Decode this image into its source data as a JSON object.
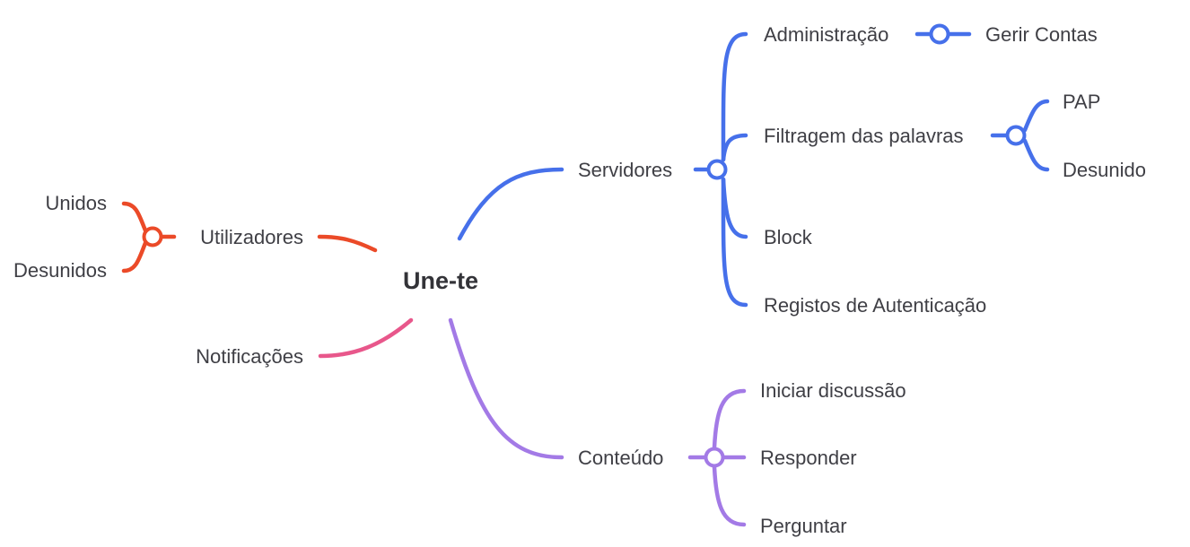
{
  "root": {
    "label": "Une-te"
  },
  "colors": {
    "utilizadores": "#eb4a28",
    "notificacoes": "#e8578b",
    "servidores": "#4670ea",
    "conteudo": "#a37ae6",
    "text": "#3f3f45"
  },
  "branches": {
    "utilizadores": {
      "label": "Utilizadores",
      "children": [
        "Unidos",
        "Desunidos"
      ]
    },
    "notificacoes": {
      "label": "Notificações"
    },
    "servidores": {
      "label": "Servidores",
      "children": [
        {
          "label": "Administração",
          "children": [
            "Gerir Contas"
          ]
        },
        {
          "label": "Filtragem das palavras",
          "children": [
            "PAP",
            "Desunido"
          ]
        },
        {
          "label": "Block"
        },
        {
          "label": "Registos de Autenticação"
        }
      ]
    },
    "conteudo": {
      "label": "Conteúdo",
      "children": [
        "Iniciar discussão",
        "Responder",
        "Perguntar"
      ]
    }
  }
}
